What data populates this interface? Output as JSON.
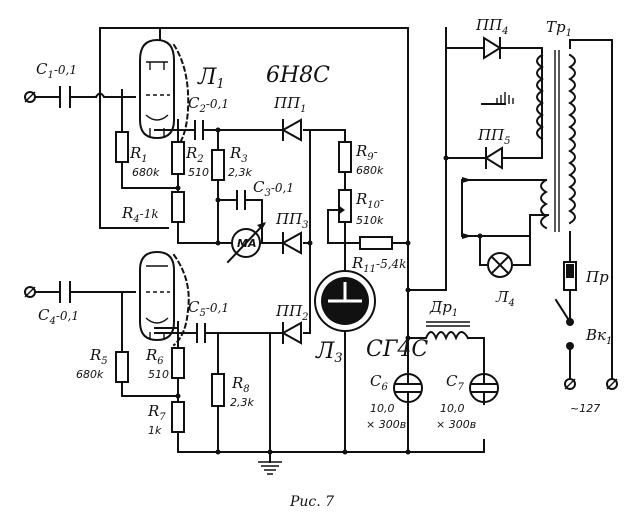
{
  "figure_caption": "Рис. 7",
  "tube_main": {
    "label": "Л",
    "sub": "1",
    "type": "6Н8С"
  },
  "stabilizer": {
    "label": "Л",
    "sub": "3",
    "type": "СГ4С"
  },
  "lamp": {
    "label": "Л",
    "sub": "4"
  },
  "meter": {
    "label": "МА"
  },
  "transformer": {
    "label": "Тр",
    "sub": "1"
  },
  "fuse": {
    "label": "Пр"
  },
  "switch": {
    "label": "Вк",
    "sub": "1"
  },
  "choke": {
    "label": "Др",
    "sub": "1"
  },
  "mains": {
    "label": "~127"
  },
  "capacitors": {
    "c1": {
      "label": "C",
      "sub": "1",
      "value": "-0,1"
    },
    "c2": {
      "label": "C",
      "sub": "2",
      "value": "-0,1"
    },
    "c3": {
      "label": "C",
      "sub": "3",
      "value": "-0,1"
    },
    "c4": {
      "label": "C",
      "sub": "4",
      "value": "-0,1"
    },
    "c5": {
      "label": "C",
      "sub": "5",
      "value": "-0,1"
    },
    "c6": {
      "label": "C",
      "sub": "6",
      "value1": "10,0",
      "value2": "× 300в"
    },
    "c7": {
      "label": "C",
      "sub": "7",
      "value1": "10,0",
      "value2": "× 300в"
    }
  },
  "resistors": {
    "r1": {
      "label": "R",
      "sub": "1",
      "value": "680k"
    },
    "r2": {
      "label": "R",
      "sub": "2",
      "value": "510"
    },
    "r3": {
      "label": "R",
      "sub": "3",
      "value": "2,3k"
    },
    "r4": {
      "label": "R",
      "sub": "4",
      "value": "-1k"
    },
    "r5": {
      "label": "R",
      "sub": "5",
      "value": "680k"
    },
    "r6": {
      "label": "R",
      "sub": "6",
      "value": "510"
    },
    "r7": {
      "label": "R",
      "sub": "7",
      "value": "1k"
    },
    "r8": {
      "label": "R",
      "sub": "8",
      "value": "2,3k"
    },
    "r9": {
      "label": "R",
      "sub": "9",
      "value": "680k",
      "dash": "-"
    },
    "r10": {
      "label": "R",
      "sub": "10",
      "value": "510k",
      "dash": "-"
    },
    "r11": {
      "label": "R",
      "sub": "11",
      "value": "-5,4k"
    }
  },
  "diodes": {
    "pp1": {
      "label": "ПП",
      "sub": "1"
    },
    "pp2": {
      "label": "ПП",
      "sub": "2"
    },
    "pp3": {
      "label": "ПП",
      "sub": "3"
    },
    "pp4": {
      "label": "ПП",
      "sub": "4"
    },
    "pp5": {
      "label": "ПП",
      "sub": "5"
    }
  }
}
